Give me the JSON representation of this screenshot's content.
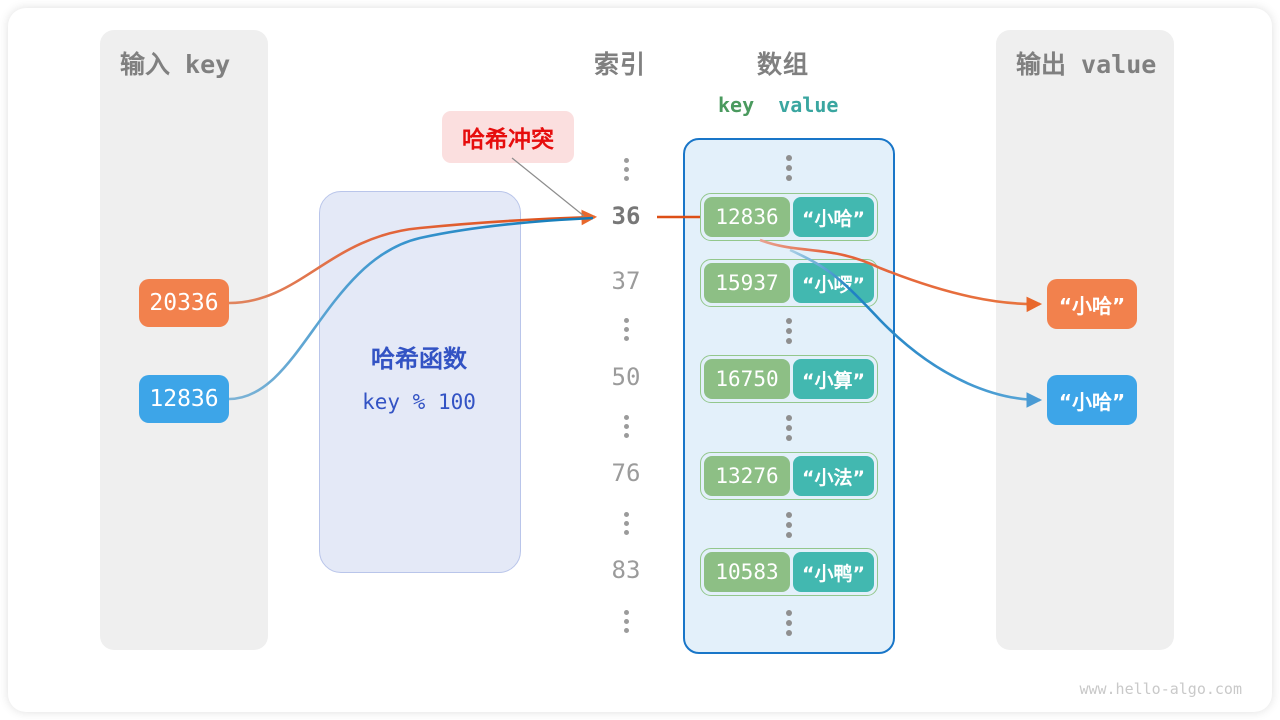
{
  "panels": {
    "input_title": "输入 key",
    "output_title": "输出 value"
  },
  "headings": {
    "index": "索引",
    "array": "数组",
    "key_label": "key",
    "value_label": "value"
  },
  "hash_function": {
    "title": "哈希函数",
    "formula": "key % 100"
  },
  "annotation": {
    "collision_label": "哈希冲突"
  },
  "inputs": [
    {
      "key": "20336",
      "color": "#f2814d"
    },
    {
      "key": "12836",
      "color": "#3da5e8"
    }
  ],
  "outputs": [
    {
      "value": "“小哈”",
      "color": "#f2814d"
    },
    {
      "value": "“小哈”",
      "color": "#3da5e8"
    }
  ],
  "index_column": [
    {
      "type": "dots"
    },
    {
      "type": "num",
      "label": "36",
      "highlight": true
    },
    {
      "type": "num",
      "label": "37",
      "highlight": false
    },
    {
      "type": "dots"
    },
    {
      "type": "num",
      "label": "50",
      "highlight": false
    },
    {
      "type": "dots"
    },
    {
      "type": "num",
      "label": "76",
      "highlight": false
    },
    {
      "type": "dots"
    },
    {
      "type": "num",
      "label": "83",
      "highlight": false
    },
    {
      "type": "dots"
    }
  ],
  "array_cells": [
    {
      "key": "12836",
      "value": "“小哈”"
    },
    {
      "key": "15937",
      "value": "“小啰”"
    },
    {
      "key": "16750",
      "value": "“小算”"
    },
    {
      "key": "13276",
      "value": "“小法”"
    },
    {
      "key": "10583",
      "value": "“小鸭”"
    }
  ],
  "colors": {
    "key_cell": "#8dbf85",
    "value_cell": "#42b8b0",
    "array_border": "#1976c8",
    "array_fill": "#e3f0fa",
    "hash_fill": "#e4e9f7",
    "hash_text": "#3353c4",
    "collision_text": "#e60d0d",
    "collision_bg": "#fbdfdf",
    "panel_bg": "#efefef",
    "orange": "#f2814d",
    "blue": "#3da5e8"
  },
  "watermark": "www.hello-algo.com"
}
